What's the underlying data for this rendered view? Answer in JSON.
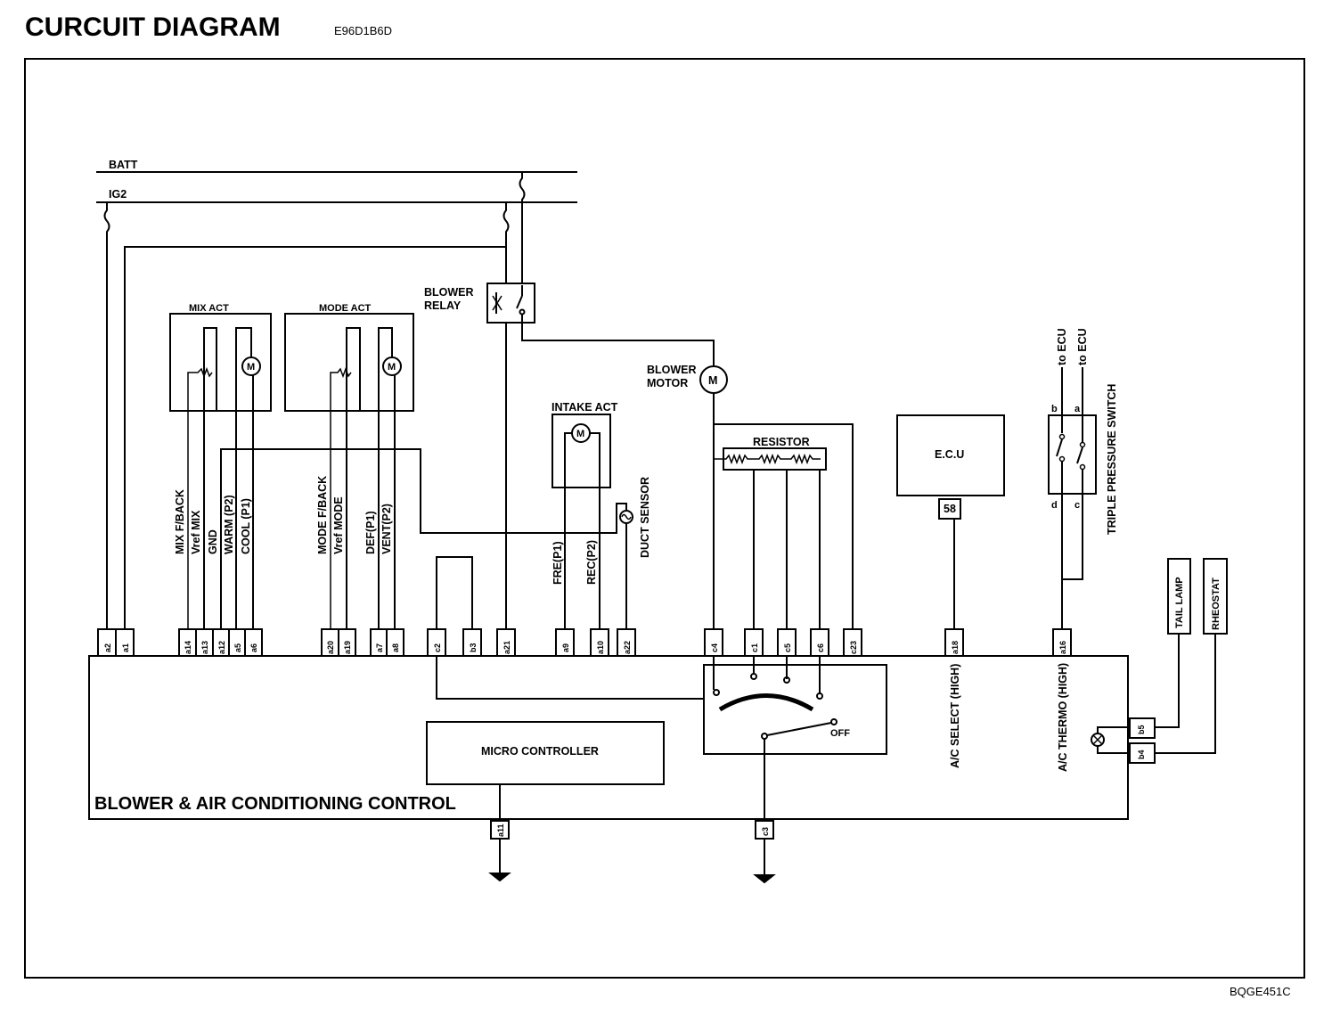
{
  "header": {
    "title": "CURCUIT DIAGRAM",
    "code": "E96D1B6D",
    "figure_id": "BQGE451C"
  },
  "buses": {
    "batt": "BATT",
    "ig2": "IG2"
  },
  "components": {
    "blower_relay": [
      "BLOWER",
      "RELAY"
    ],
    "blower_motor": [
      "BLOWER",
      "MOTOR"
    ],
    "motor_symbol": "M",
    "mix_act": "MIX ACT",
    "mode_act": "MODE ACT",
    "intake_act": "INTAKE ACT",
    "resistor": "RESISTOR",
    "ecu": "E.C.U",
    "ecu_pin": "58",
    "triple_pressure_switch": "TRIPLE PRESSURE SWITCH",
    "to_ecu_1": "to ECU",
    "to_ecu_2": "to ECU",
    "tail_lamp": "TAIL LAMP",
    "rheostat": "RHEOSTAT",
    "duct_sensor": "DUCT SENSOR",
    "micro_controller": "MICRO CONTROLLER",
    "control_unit": "BLOWER & AIR CONDITIONING CONTROL",
    "off": "OFF"
  },
  "wire_labels": {
    "mix_fback": "MIX F/BACK",
    "vref_mix": "Vref MIX",
    "gnd": "GND",
    "warm": "WARM (P2)",
    "cool": "COOL (P1)",
    "mode_fback": "MODE F/BACK",
    "vref_mode": "Vref MODE",
    "def": "DEF(P1)",
    "vent": "VENT(P2)",
    "fre": "FRE(P1)",
    "rec": "REC(P2)",
    "ac_select": "A/C SELECT (HIGH)",
    "ac_thermo": "A/C THERMO (HIGH)"
  },
  "switch_terminals": {
    "b": "b",
    "a": "a",
    "d": "d",
    "c": "c"
  },
  "pins": {
    "a2": "a2",
    "a1": "a1",
    "a14": "a14",
    "a13": "a13",
    "a12": "a12",
    "a5": "a5",
    "a6": "a6",
    "a20": "a20",
    "a19": "a19",
    "a7": "a7",
    "a8": "a8",
    "c2": "c2",
    "b3": "b3",
    "a21": "a21",
    "a9": "a9",
    "a10": "a10",
    "a22": "a22",
    "c4": "c4",
    "c1": "c1",
    "c5": "c5",
    "c6": "c6",
    "c23": "c23",
    "a18": "a18",
    "a16": "a16",
    "a11": "a11",
    "c3": "c3",
    "b5": "b5",
    "b4": "b4"
  }
}
